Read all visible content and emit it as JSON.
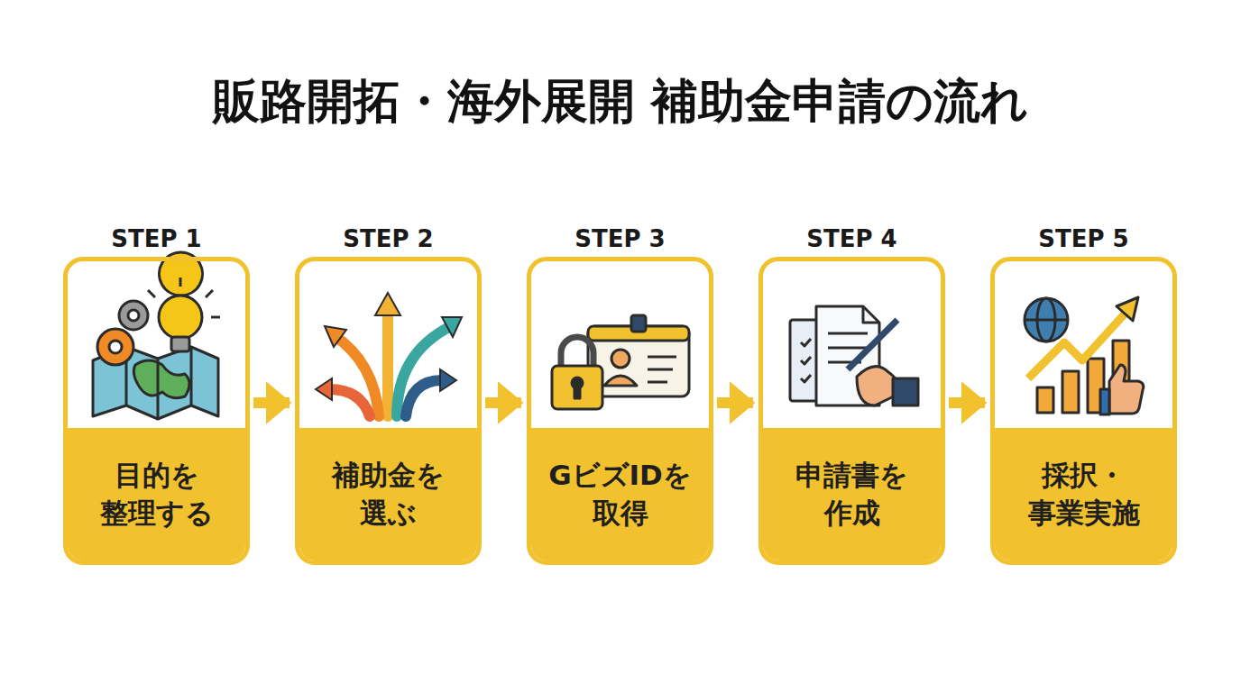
{
  "diagram": {
    "title": "販路開拓・海外展開 補助金申請の流れ",
    "nodes": [
      {
        "text": [
          "STEP 1",
          "目的を 整理する"
        ]
      },
      {
        "text": [
          "STEP 2",
          "補助金を 選ぶ"
        ]
      },
      {
        "text": [
          "STEP 3",
          "GビズIDを 取得"
        ]
      },
      {
        "text": [
          "STEP 4",
          "申請書を 作成"
        ]
      },
      {
        "text": [
          "STEP 5",
          "採択・ 事業実施"
        ]
      }
    ],
    "edges": [
      {
        "from": 0,
        "to": 1,
        "arrow": "to"
      },
      {
        "from": 1,
        "to": 2,
        "arrow": "to"
      },
      {
        "from": 2,
        "to": 3,
        "arrow": "to"
      },
      {
        "from": 3,
        "to": 4,
        "arrow": "to"
      }
    ]
  }
}
